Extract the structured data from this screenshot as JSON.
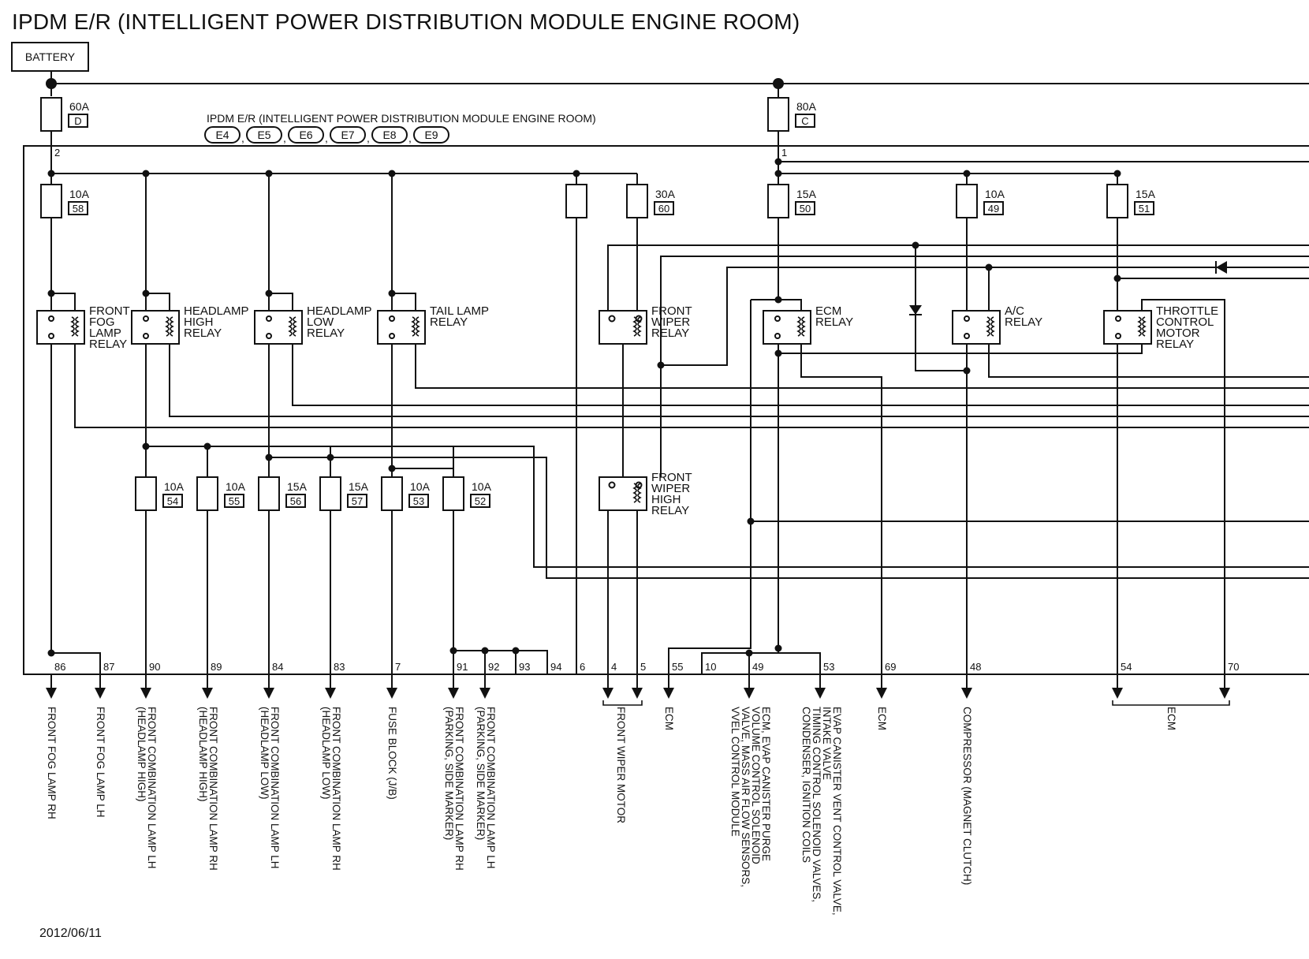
{
  "title": "IPDM E/R (INTELLIGENT POWER DISTRIBUTION MODULE ENGINE ROOM)",
  "date": "2012/06/11",
  "battery_label": "BATTERY",
  "module_label": "IPDM E/R (INTELLIGENT POWER DISTRIBUTION MODULE ENGINE ROOM)",
  "connectors": [
    "E4",
    "E5",
    "E6",
    "E7",
    "E8",
    "E9"
  ],
  "fusible_links": [
    {
      "amp": "60A",
      "id": "D",
      "terminal": "2"
    },
    {
      "amp": "80A",
      "id": "C",
      "terminal": "1"
    }
  ],
  "fuses": [
    {
      "amp": "10A",
      "id": "58"
    },
    {
      "amp": "",
      "id": ""
    },
    {
      "amp": "30A",
      "id": "60"
    },
    {
      "amp": "15A",
      "id": "50"
    },
    {
      "amp": "10A",
      "id": "49"
    },
    {
      "amp": "15A",
      "id": "51"
    },
    {
      "amp": "10A",
      "id": "54"
    },
    {
      "amp": "10A",
      "id": "55"
    },
    {
      "amp": "15A",
      "id": "56"
    },
    {
      "amp": "15A",
      "id": "57"
    },
    {
      "amp": "10A",
      "id": "53"
    },
    {
      "amp": "10A",
      "id": "52"
    }
  ],
  "relays": [
    {
      "lines": [
        "FRONT",
        "FOG",
        "LAMP",
        "RELAY"
      ]
    },
    {
      "lines": [
        "HEADLAMP",
        "HIGH",
        "RELAY"
      ]
    },
    {
      "lines": [
        "HEADLAMP",
        "LOW",
        "RELAY"
      ]
    },
    {
      "lines": [
        "TAIL LAMP",
        "RELAY"
      ]
    },
    {
      "lines": [
        "FRONT",
        "WIPER",
        "RELAY"
      ]
    },
    {
      "lines": [
        "ECM",
        "RELAY"
      ]
    },
    {
      "lines": [
        "A/C",
        "RELAY"
      ]
    },
    {
      "lines": [
        "THROTTLE",
        "CONTROL",
        "MOTOR",
        "RELAY"
      ]
    },
    {
      "lines": [
        "FRONT",
        "WIPER",
        "HIGH",
        "RELAY"
      ]
    }
  ],
  "terminals": [
    "86",
    "87",
    "90",
    "89",
    "84",
    "83",
    "7",
    "91",
    "92",
    "93",
    "94",
    "6",
    "4",
    "5",
    "55",
    "10",
    "49",
    "53",
    "69",
    "48",
    "54",
    "70"
  ],
  "destinations": [
    {
      "lines": [
        "FRONT FOG LAMP RH"
      ]
    },
    {
      "lines": [
        "FRONT FOG LAMP LH"
      ]
    },
    {
      "lines": [
        "FRONT COMBINATION LAMP LH",
        "(HEADLAMP HIGH)"
      ]
    },
    {
      "lines": [
        "FRONT COMBINATION LAMP RH",
        "(HEADLAMP HIGH)"
      ]
    },
    {
      "lines": [
        "FRONT COMBINATION LAMP LH",
        "(HEADLAMP LOW)"
      ]
    },
    {
      "lines": [
        "FRONT COMBINATION LAMP RH",
        "(HEADLAMP LOW)"
      ]
    },
    {
      "lines": [
        "FUSE BLOCK (J/B)"
      ]
    },
    {
      "lines": [
        "FRONT COMBINATION LAMP RH",
        "(PARKING, SIDE MARKER)"
      ]
    },
    {
      "lines": [
        "FRONT COMBINATION LAMP LH",
        "(PARKING, SIDE MARKER)"
      ]
    },
    {
      "lines": [
        "FRONT WIPER MOTOR"
      ]
    },
    {
      "lines": [
        "ECM"
      ]
    },
    {
      "lines": [
        "ECM, EVAP CANISTER PURGE",
        "VOLUME CONTROL SOLENOID",
        "VALVE, MASS AIR FLOW SENSORS,",
        "VVEL CONTROL MODULE"
      ]
    },
    {
      "lines": [
        "EVAP CANISTER VENT CONTROL VALVE,",
        "INTAKE VALVE",
        "TIMING CONTROL SOLENOID VALVES,",
        "CONDENSER, IGNITION COILS"
      ]
    },
    {
      "lines": [
        "ECM"
      ]
    },
    {
      "lines": [
        "COMPRESSOR (MAGNET CLUTCH)"
      ]
    },
    {
      "lines": [
        "ECM"
      ]
    }
  ]
}
